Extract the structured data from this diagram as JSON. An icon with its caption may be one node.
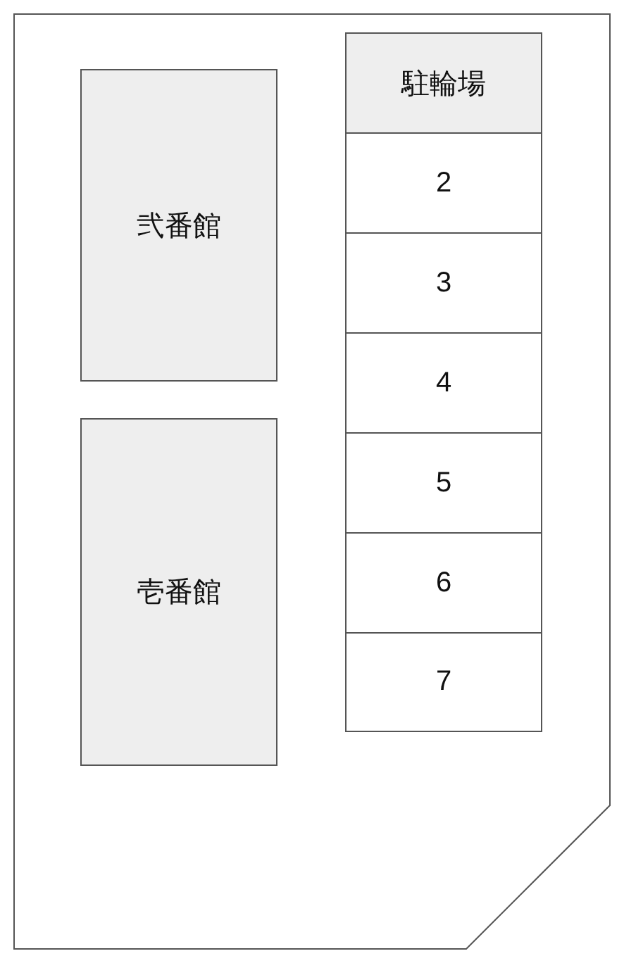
{
  "diagram": {
    "nodes": [
      {
        "text": [
          "弐番館"
        ]
      },
      {
        "text": [
          "壱番館"
        ]
      },
      {
        "text": [
          "駐輪場"
        ]
      },
      {
        "text": [
          "2"
        ]
      },
      {
        "text": [
          "3"
        ]
      },
      {
        "text": [
          "4"
        ]
      },
      {
        "text": [
          "5"
        ]
      },
      {
        "text": [
          "6"
        ]
      },
      {
        "text": [
          "7"
        ]
      }
    ]
  }
}
